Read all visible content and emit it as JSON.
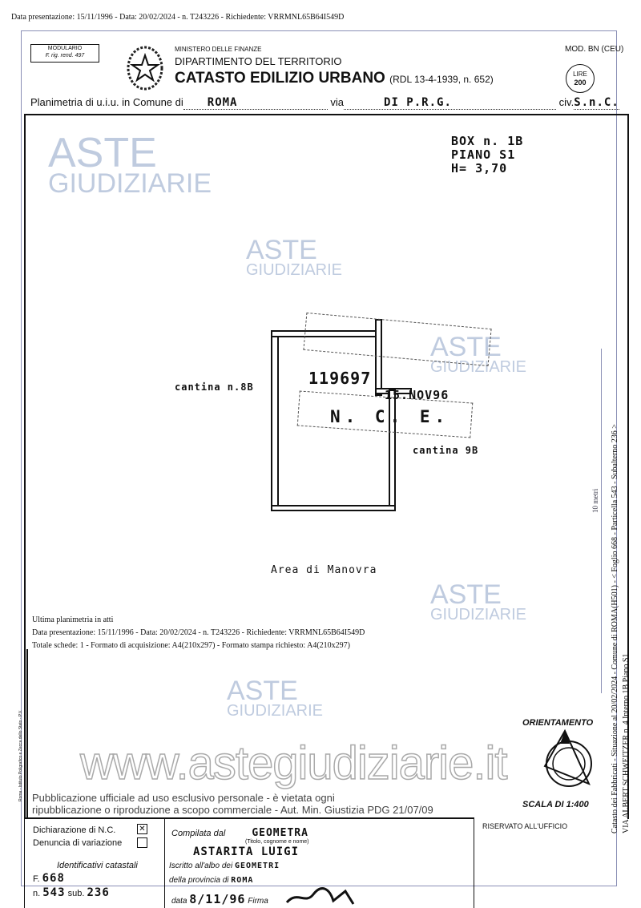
{
  "top_line": "Data presentazione: 15/11/1996 - Data: 20/02/2024 - n. T243226 - Richiedente: VRRMNL65B64I549D",
  "header": {
    "modulario": "MODULARIO",
    "modulario_sub": "F. rig. rend. 497",
    "ministry": "MINISTERO DELLE FINANZE",
    "department": "DIPARTIMENTO DEL TERRITORIO",
    "title": "CATASTO EDILIZIO URBANO",
    "title_ref": "(RDL 13-4-1939, n. 652)",
    "mod": "MOD. BN (CEU)",
    "stamp_lire": "LIRE",
    "stamp_value": "200"
  },
  "planimetria": {
    "label": "Planimetria di u.i.u. in Comune di",
    "comune": "ROMA",
    "via_label": "via",
    "via": "DI P.R.G.",
    "civ_label": "civ.",
    "civ": "S.n.C."
  },
  "plan": {
    "box_lines": [
      "BOX n. 1B",
      "PIANO S1",
      "H= 3,70"
    ],
    "cantina_left": "cantina n.8B",
    "cantina_right": "cantina 9B",
    "stamp_number": "119697",
    "stamp_date": "15.NOV96",
    "stamp_nce": "N. C. E.",
    "area": "Area di Manovra",
    "orientamento": "ORIENTAMENTO",
    "scala": "SCALA DI 1:400"
  },
  "watermark": {
    "brand": "ASTE",
    "brand_sub": "GIUDIZIARIE",
    "site": "www.astegiudiziarie.it",
    "notice1": "Pubblicazione ufficiale ad uso esclusivo personale - è vietata ogni",
    "notice2": "ripubblicazione o riproduzione a scopo commerciale - Aut. Min. Giustizia PDG 21/07/09"
  },
  "side": {
    "line1": "Catasto dei Fabbricati - Situazione al 20/02/2024 - Comune di ROMA(H501) - < Foglio 668 - Particella 543 - Subalterno 236 >",
    "line2": "VIA ALBERT SCHWEITZER n. 4 Interno 1B Piano S1",
    "scale_label": "10 metri",
    "printer": "Roma - Istituto Poligrafico e Zecca dello Stato - P.V."
  },
  "footer": {
    "dichiarazione": "Dichiarazione di N.C.",
    "denuncia": "Denuncia di variazione",
    "identificativi": "Identificativi catastali",
    "f_label": "F.",
    "foglio": "668",
    "n_label": "n.",
    "particella": "543",
    "sub_label": "sub.",
    "sub": "236",
    "compilata": "Compilata dal",
    "titolo": "GEOMETRA",
    "titolo_hint": "(Titolo, cognome e nome)",
    "nome": "ASTARITA LUIGI",
    "iscritto": "Iscritto all'albo dei",
    "albo": "GEOMETRI",
    "provincia_label": "della provincia di",
    "provincia": "ROMA",
    "data_label": "data",
    "data": "8/11/96",
    "firma": "Firma",
    "riservato": "RISERVATO ALL'UFFICIO",
    "ultima": "Ultima planimetria in atti",
    "overlay1": "Data presentazione: 15/11/1996 - Data: 20/02/2024 - n. T243226 - Richiedente: VRRMNL65B64I549D",
    "overlay2": "Totale schede: 1 - Formato di acquisizione: A4(210x297) - Formato stampa richiesto: A4(210x297)"
  }
}
